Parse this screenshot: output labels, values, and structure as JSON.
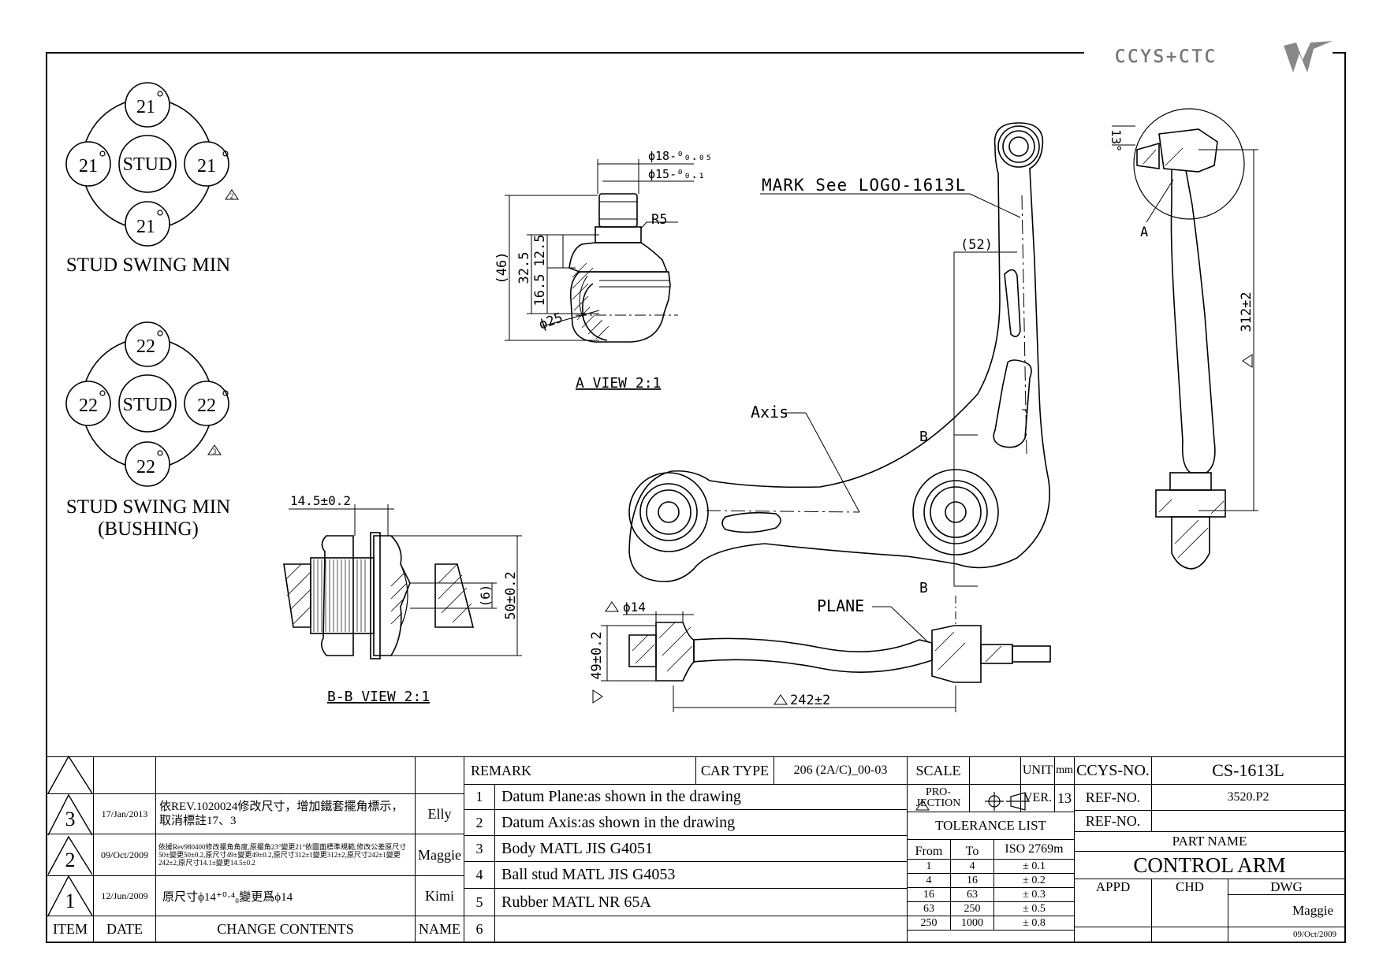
{
  "logo": {
    "text": "CCYS+CTC"
  },
  "stud_swing": [
    {
      "center": "STUD",
      "angle": "21",
      "mark": "2",
      "caption_lines": [
        "STUD SWING MIN"
      ]
    },
    {
      "center": "STUD",
      "angle": "22",
      "mark": "3",
      "caption_lines": [
        "STUD SWING MIN",
        "(BUSHING)"
      ]
    }
  ],
  "a_view": {
    "title": "A VIEW 2:1",
    "dims": {
      "d18": "ϕ18-⁰₀.₀₅",
      "d15": "ϕ15-⁰₀.₁",
      "r5": "R5",
      "h46": "(46)",
      "h325": "32.5",
      "h165": "16.5",
      "h125": "12.5",
      "d25": "ϕ25"
    }
  },
  "bb_view": {
    "title": "B-B VIEW 2:1",
    "dims": {
      "w145": "14.5±0.2",
      "h6": "(6)",
      "h50": "50±0.2"
    }
  },
  "main_view": {
    "mark_note": "MARK See LOGO-1613L",
    "dim52": "(52)",
    "axis": "Axis",
    "section_b": "B",
    "side_label_a": "A",
    "angle13": "13°",
    "dim312": "312±2",
    "plane": "PLANE",
    "d14": "ϕ14",
    "dim49": "49±0.2",
    "dim242": "242±2"
  },
  "title_block": {
    "revisions": [
      {
        "no": "3",
        "date": "17/Jan/2013",
        "content": "依REV.1020024修改尺寸，增加鐵套擺角標示，取消標註17、3",
        "name": "Elly"
      },
      {
        "no": "2",
        "date": "09/Oct/2009",
        "content": "依據Rev980400修改擺角角度,原擺角23°變更21°依圖面標準規範,修改公差原尺寸50±變更50±0.2,原尺寸49±變更49±0.2,原尺寸312±1變更312±2,原尺寸242±1變更242±2,原尺寸14.1±變更14.5±0.2",
        "name": "Maggie"
      },
      {
        "no": "1",
        "date": "12/Jun/2009",
        "content": "原尺寸ϕ14⁺⁰·⁴₀變更爲ϕ14",
        "name": "Kimi"
      }
    ],
    "headers": {
      "item": "ITEM",
      "date": "DATE",
      "change": "CHANGE CONTENTS",
      "name": "NAME"
    },
    "remark": {
      "label": "REMARK",
      "car_type_label": "CAR TYPE",
      "car_type": "206 (2A/C)_00-03",
      "items": [
        {
          "no": "1",
          "text": "Datum Plane:as shown in the drawing"
        },
        {
          "no": "2",
          "text": "Datum Axis:as shown in the drawing"
        },
        {
          "no": "3",
          "text": "Body MATL JIS G4051"
        },
        {
          "no": "4",
          "text": "Ball stud MATL JIS G4053"
        },
        {
          "no": "5",
          "text": "Rubber MATL NR 65A"
        },
        {
          "no": "6",
          "text": ""
        }
      ]
    },
    "scale_label": "SCALE",
    "unit_label": "UNIT",
    "unit": "mm",
    "projection_line1": "PRO-",
    "projection_line2": "JECTION",
    "ver_label": "VER.",
    "ver": "13",
    "tolerance": {
      "title": "TOLERANCE LIST",
      "from": "From",
      "to": "To",
      "standard": "ISO 2769m",
      "rows": [
        {
          "from": "1",
          "to": "4",
          "tol": "± 0.1"
        },
        {
          "from": "4",
          "to": "16",
          "tol": "± 0.2"
        },
        {
          "from": "16",
          "to": "63",
          "tol": "± 0.3"
        },
        {
          "from": "63",
          "to": "250",
          "tol": "± 0.5"
        },
        {
          "from": "250",
          "to": "1000",
          "tol": "± 0.8"
        }
      ]
    },
    "ccys_no_label": "CCYS-NO.",
    "ccys_no": "CS-1613L",
    "ref_no_label": "REF-NO.",
    "ref_no": "3520.P2",
    "ref_no2": "",
    "part_name_label": "PART NAME",
    "part_name": "CONTROL ARM",
    "appd": "APPD",
    "chd": "CHD",
    "dwg": "DWG",
    "drawn_by": "Maggie",
    "drawn_date": "09/Oct/2009"
  }
}
